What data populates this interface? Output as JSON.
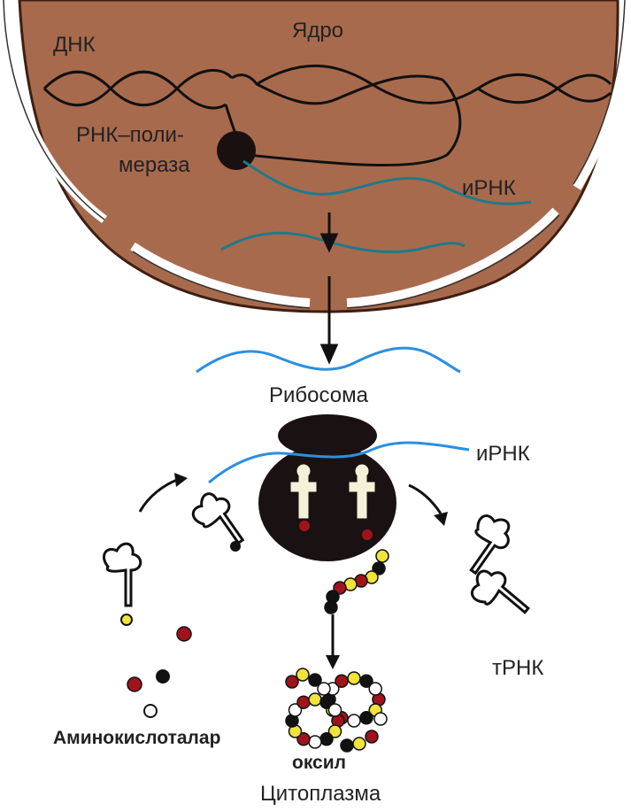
{
  "labels": {
    "nucleus": "Ядро",
    "dna": "ДНК",
    "rna_polymerase_line1": "РНК–поли-",
    "rna_polymerase_line2": "мераза",
    "mrna_nucleus": "иРНК",
    "ribosome": "Рибосома",
    "mrna_ribosome": "иРНК",
    "trna": "тРНК",
    "amino_acids": "Аминокислоталар",
    "protein": "оксил",
    "cytoplasm": "Цитоплазма"
  },
  "colors": {
    "nucleus_fill": "#a86a4d",
    "nucleus_outline": "#3d1f12",
    "membrane": "#ffffff",
    "dna_strand": "#111111",
    "mrna_nucleus": "#1f7a8a",
    "mrna_cytoplasm": "#2b8fe0",
    "ribosome": "#1a1212",
    "amino_red": "#a0131b",
    "amino_yellow": "#f0e43a",
    "amino_black": "#111111",
    "amino_white": "#ffffff"
  }
}
